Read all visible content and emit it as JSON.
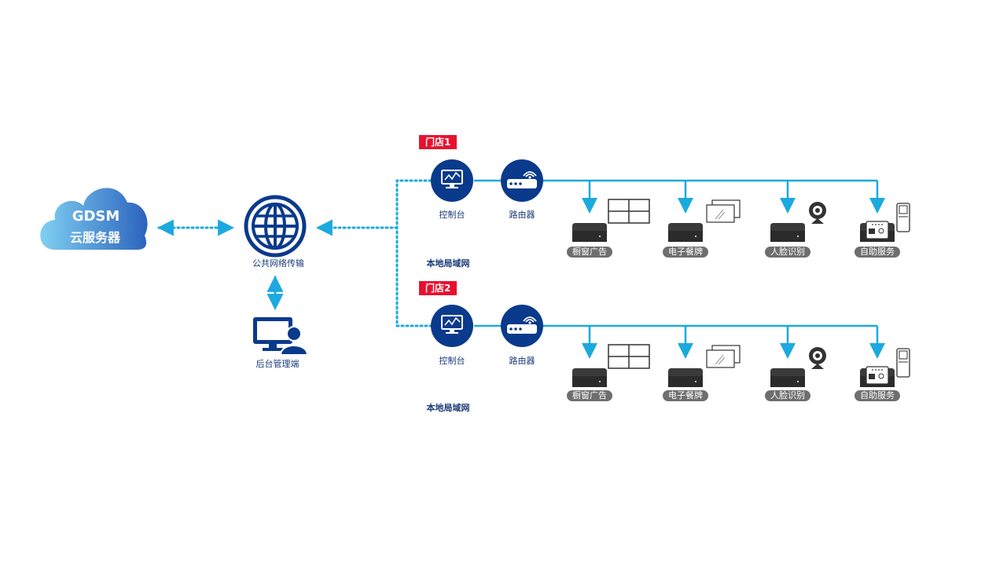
{
  "cloud": {
    "title": "GDSM",
    "subtitle": "云服务器"
  },
  "network": {
    "label": "公共网络传输"
  },
  "backend": {
    "label": "后台管理端"
  },
  "stores": [
    {
      "tag": "门店1",
      "console": "控制台",
      "router": "路由器",
      "lan": "本地局域网",
      "devices": [
        "橱窗广告",
        "电子餐牌",
        "人脸识别",
        "自助服务"
      ]
    },
    {
      "tag": "门店2",
      "console": "控制台",
      "router": "路由器",
      "lan": "本地局域网",
      "devices": [
        "橱窗广告",
        "电子餐牌",
        "人脸识别",
        "自助服务"
      ]
    }
  ],
  "colors": {
    "navy": "#0a3a8c",
    "cyan": "#1ca9df",
    "red": "#e8112d",
    "pill": "#6e6e6e"
  }
}
